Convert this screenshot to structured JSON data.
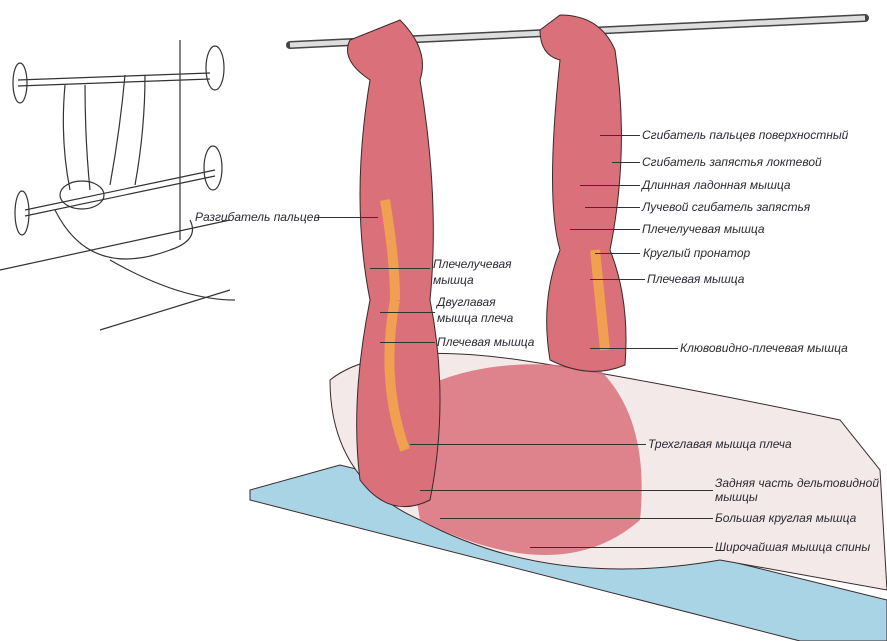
{
  "labels_right": [
    "Сгибатель пальцев поверхностный",
    "Сгибатель запястья локтевой",
    "Длинная ладонная мышца",
    "Лучевой сгибатель запястья",
    "Плечелучевая мышца",
    "Круглый пронатор",
    "Плечевая мышца",
    "Клювовидно-плечевая мышца"
  ],
  "labels_body": [
    "Трехглавая мышца плеча",
    "Задняя часть дельтовидной",
    "мышцы",
    "Большая круглая мышца",
    "Широчайшая мышца спины"
  ],
  "labels_left": [
    "Разгибатель пальцев",
    "Плечелучевая",
    "мышца",
    "Двуглавая",
    "мышца плеча",
    "Плечевая мышца"
  ],
  "colors": {
    "muscle": "#d9707a",
    "tendon": "#f0a050",
    "bench": "#a9d4e6",
    "outline": "#3a2a2a"
  }
}
